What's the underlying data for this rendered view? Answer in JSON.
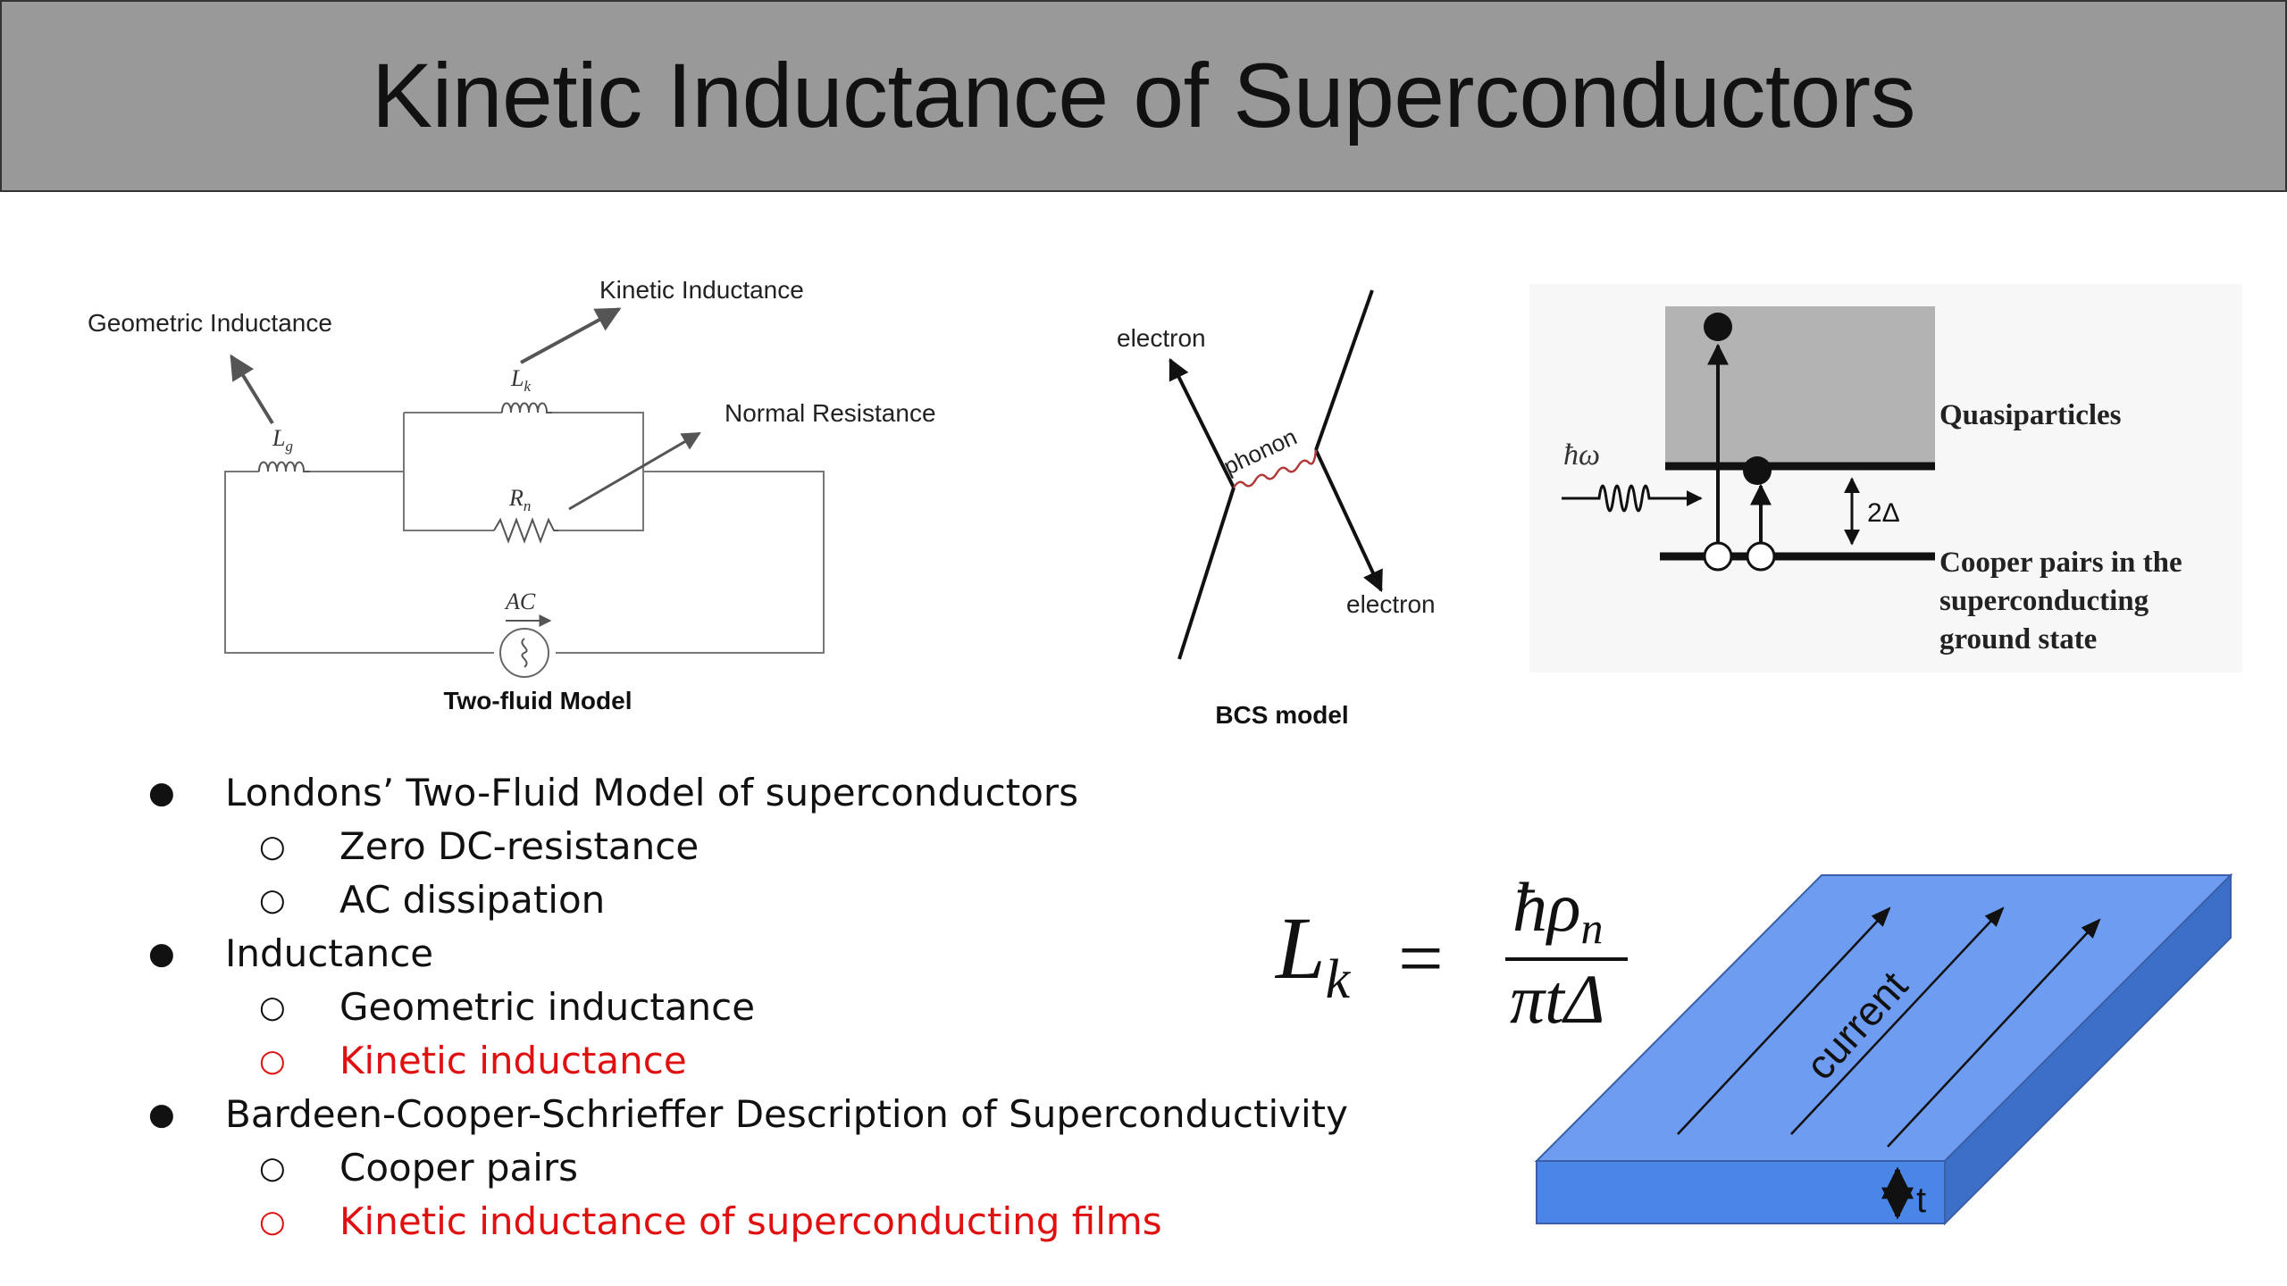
{
  "title": "Kinetic Inductance of Superconductors",
  "circuit": {
    "geometric_label": "Geometric Inductance",
    "kinetic_label": "Kinetic Inductance",
    "normal_label": "Normal Resistance",
    "lg_symbol": "L",
    "lg_sub": "g",
    "lk_symbol": "L",
    "lk_sub": "k",
    "rn_symbol": "R",
    "rn_sub": "n",
    "ac_label": "AC",
    "caption": "Two-fluid Model"
  },
  "bcs": {
    "electron_in": "electron",
    "electron_out": "electron",
    "phonon": "phonon",
    "caption": "BCS model"
  },
  "energy": {
    "photon": "ħω",
    "gap": "2Δ",
    "quasiparticles": "Quasiparticles",
    "cooper_lines": [
      "Cooper pairs in the",
      "superconducting",
      "ground state"
    ]
  },
  "formula": {
    "lhs": "L",
    "lhs_sub": "k",
    "eq": "=",
    "num": "ħρ",
    "num_sub": "n",
    "den": "πtΔ"
  },
  "film": {
    "current_label": "current",
    "thickness_label": "t"
  },
  "bullets": [
    {
      "text": "Londons’ Two-Fluid Model of superconductors",
      "level": 1,
      "red": false
    },
    {
      "text": "Zero DC-resistance",
      "level": 2,
      "red": false
    },
    {
      "text": "AC dissipation",
      "level": 2,
      "red": false
    },
    {
      "text": "Inductance",
      "level": 1,
      "red": false
    },
    {
      "text": "Geometric inductance",
      "level": 2,
      "red": false
    },
    {
      "text": "Kinetic inductance",
      "level": 2,
      "red": true
    },
    {
      "text": "Bardeen-Cooper-Schrieffer Description of Superconductivity",
      "level": 1,
      "red": false
    },
    {
      "text": "Cooper pairs",
      "level": 2,
      "red": false
    },
    {
      "text": "Kinetic inductance of superconducting films",
      "level": 2,
      "red": true
    }
  ],
  "colors": {
    "header_bg": "#999999",
    "red_text": "#e01010",
    "film_top": "#6d9cf0",
    "film_front": "#4a86e8",
    "film_side": "#3c6fc8",
    "energy_band": "#b3b3b3"
  }
}
